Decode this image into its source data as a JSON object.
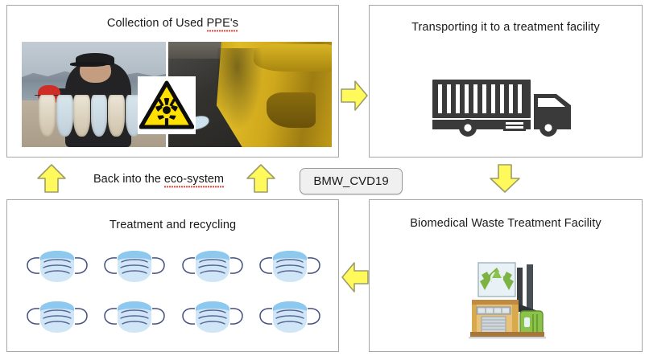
{
  "diagram": {
    "title_chip": "BMW_CVD19",
    "eco_label": "Back into the eco-system",
    "arrow_colors": {
      "fill": "#FFF95C",
      "stroke": "#9c9c6a"
    }
  },
  "panels": {
    "collection": {
      "title_main": "Collection of Used ",
      "title_misspelled": "PPE's",
      "photo_left_alt": "man-holding-collected-used-masks-on-beach",
      "photo_right_alt": "yellow-waste-dumpster-with-discarded-masks",
      "overlay_icon": "biohazard-icon"
    },
    "transport": {
      "title": "Transporting it to a treatment facility",
      "icon": "delivery-truck-icon"
    },
    "treatment": {
      "title": "Treatment and recycling",
      "mask_count": 8,
      "mask_icon": "surgical-mask-icon",
      "masks": [
        1,
        2,
        3,
        4,
        5,
        6,
        7,
        8
      ]
    },
    "facility": {
      "title": "Biomedical Waste Treatment Facility",
      "icon": "recycling-plant-icon"
    }
  },
  "arrows": [
    {
      "name": "arrow-collection-to-transport",
      "direction": "right"
    },
    {
      "name": "arrow-transport-to-facility",
      "direction": "down"
    },
    {
      "name": "arrow-facility-to-treatment",
      "direction": "left"
    },
    {
      "name": "arrow-treatment-to-eco-left",
      "direction": "up"
    },
    {
      "name": "arrow-treatment-to-eco-right",
      "direction": "up"
    }
  ]
}
